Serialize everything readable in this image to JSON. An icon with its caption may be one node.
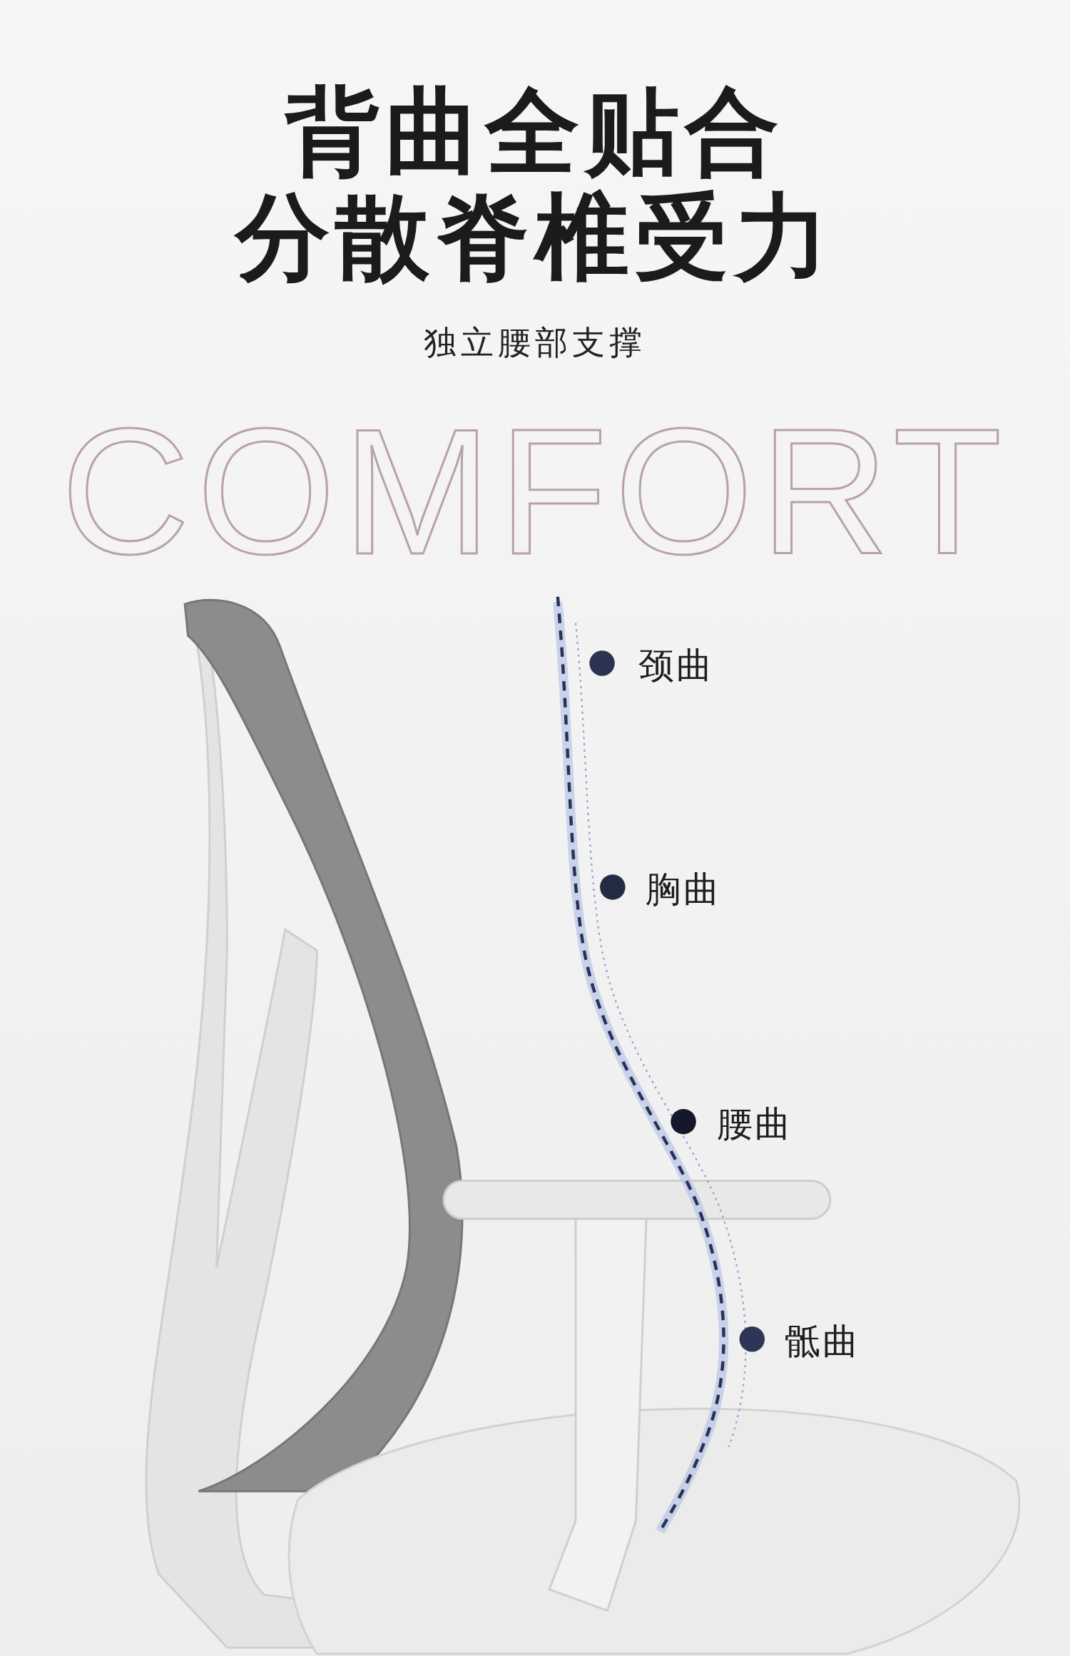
{
  "diagram": {
    "title": "背曲全贴合分散脊椎受力",
    "labels": [
      "COMFORT",
      "独立腰部支撑",
      "颈曲",
      "胸曲",
      "腰曲",
      "骶曲"
    ]
  }
}
